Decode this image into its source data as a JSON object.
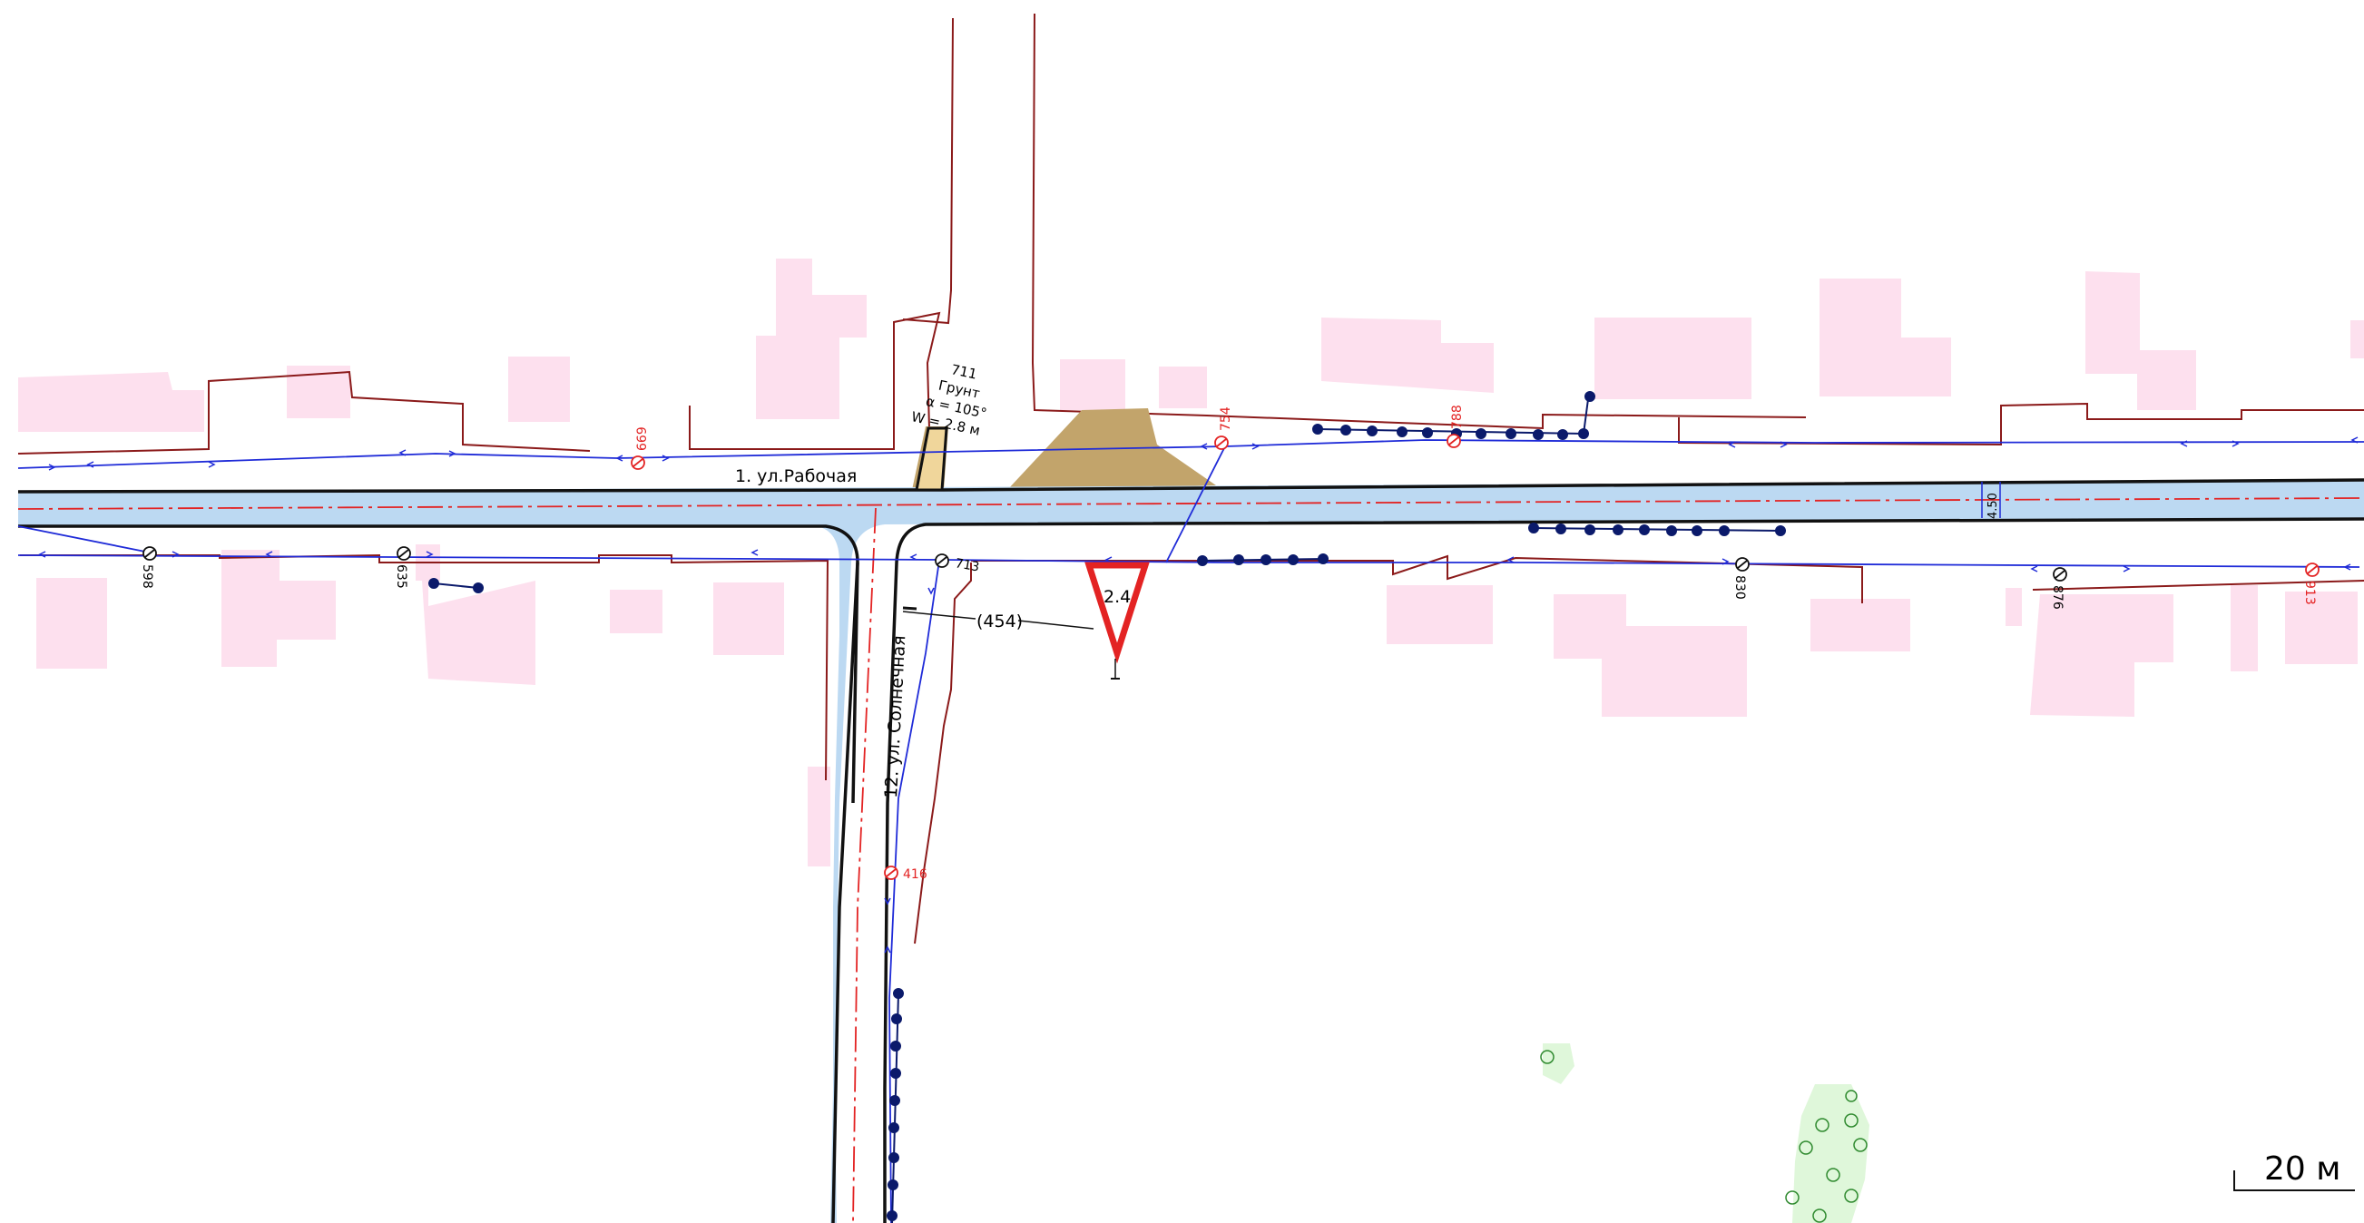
{
  "map": {
    "streets": {
      "horizontal": "1. ул.Рабочая",
      "vertical": "12. ул. Солнечная"
    },
    "width_label": "4.50",
    "junction": {
      "id": "711",
      "surface": "Грунт",
      "angle": "α = 105°",
      "width": "W = 2.8 м"
    },
    "sign": {
      "code": "2.4",
      "id": "(454)"
    },
    "posts_black": [
      "598",
      "635",
      "713",
      "830",
      "876"
    ],
    "posts_red": [
      "669",
      "754",
      "788",
      "913",
      "416"
    ],
    "scale": "20 м",
    "colors": {
      "road": "#bcd9f2",
      "road_edge": "#111111",
      "axis": "#e32323",
      "utility_line": "#1f2bd8",
      "fence": "#8b1a1a",
      "building": "#fde0ee",
      "ground_patch": "#c2a46b",
      "vegetation": "#dff7da",
      "poles": "#0b1a6b"
    }
  }
}
